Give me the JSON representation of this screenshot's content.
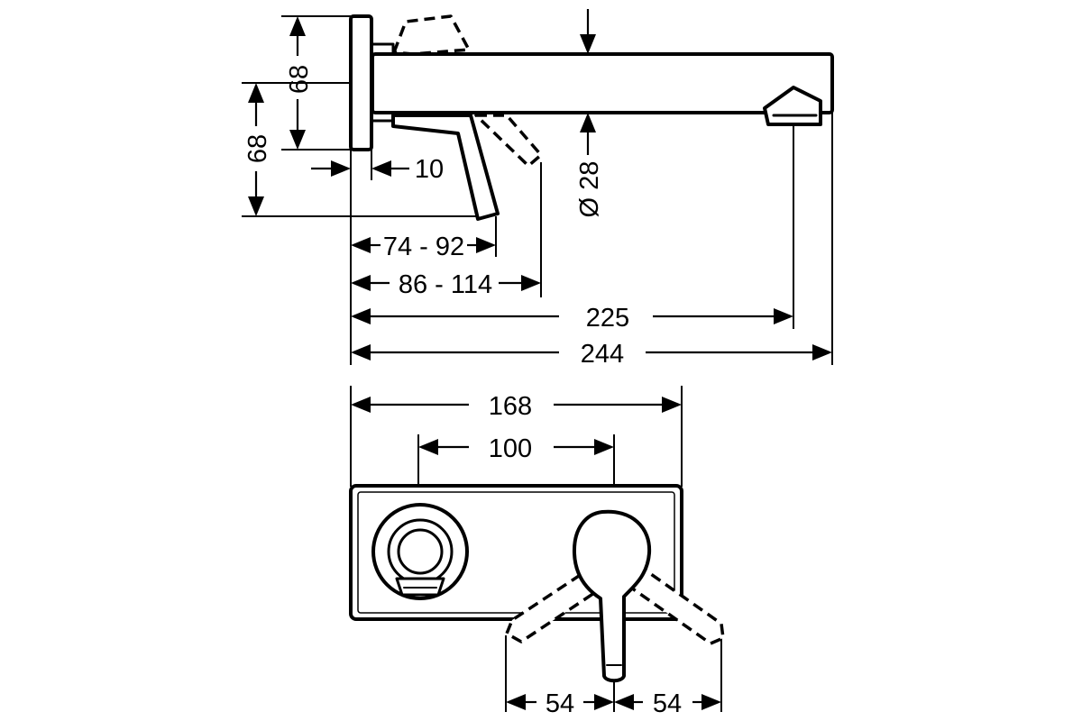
{
  "dimensions": {
    "d68_upper": "68",
    "d68_lower": "68",
    "d10": "10",
    "d28": "Ø 28",
    "d74_92": "74 - 92",
    "d86_114": "86 - 114",
    "d225": "225",
    "d244": "244",
    "d168": "168",
    "d100": "100",
    "d54_left": "54",
    "d54_right": "54"
  }
}
